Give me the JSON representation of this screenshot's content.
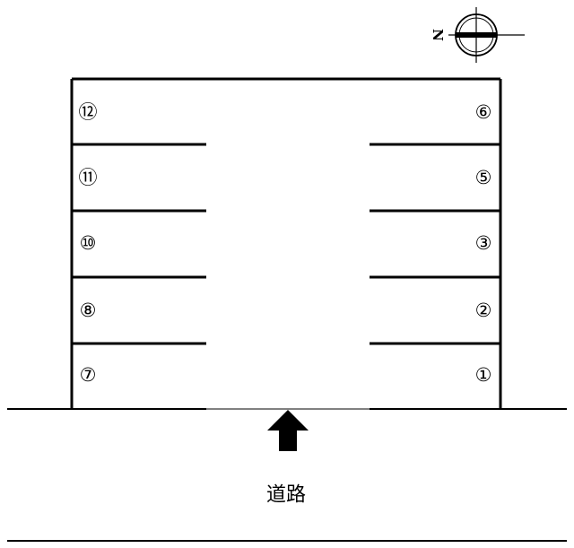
{
  "parking_lot": {
    "left_stalls": [
      "⑫",
      "⑪",
      "⑩",
      "⑧",
      "⑦"
    ],
    "right_stalls": [
      "⑥",
      "⑤",
      "③",
      "②",
      "①"
    ]
  },
  "road": {
    "label": "道路"
  },
  "compass": {
    "label": "N"
  },
  "colors": {
    "lines": "#000000",
    "background": "#ffffff"
  },
  "icons": {
    "entrance": "up-arrow-icon",
    "compass": "compass-icon"
  }
}
